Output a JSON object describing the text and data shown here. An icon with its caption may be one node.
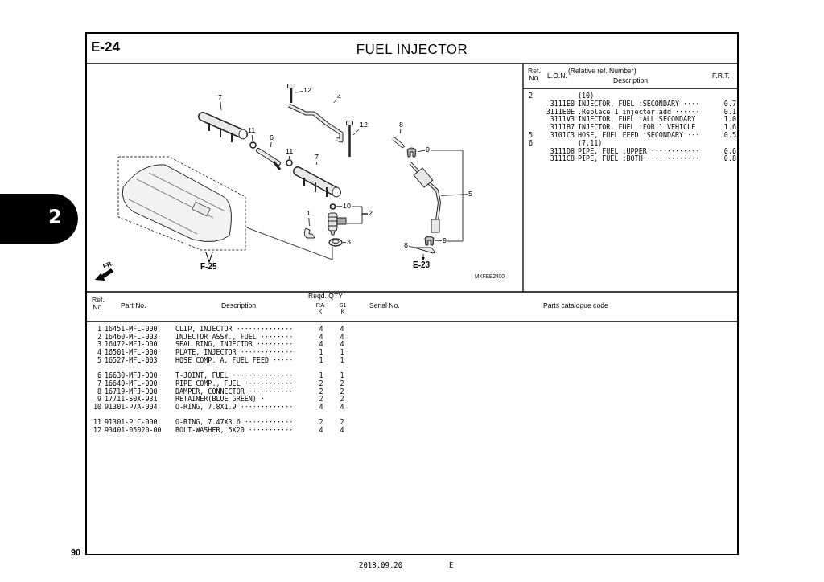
{
  "diagram": {
    "title": "FUEL INJECTOR",
    "nodes": [
      {
        "text": [],
        "shape": "picture"
      },
      {
        "text": [],
        "shape": "picture"
      },
      {
        "text": [],
        "shape": "circle"
      },
      {
        "text": [],
        "shape": "picture"
      },
      {
        "text": [],
        "shape": "circle"
      },
      {
        "text": [],
        "shape": "picture"
      },
      {
        "text": [],
        "shape": "picture"
      },
      {
        "text": [],
        "shape": "picture"
      },
      {
        "text": [],
        "shape": "picture"
      },
      {
        "text": [],
        "shape": "circle"
      },
      {
        "text": [],
        "shape": "picture"
      },
      {
        "text": [],
        "shape": "picture"
      },
      {
        "text": [],
        "shape": "picture"
      },
      {
        "text": [],
        "shape": "picture"
      },
      {
        "text": [],
        "shape": "picture"
      },
      {
        "text": [],
        "shape": "picture"
      },
      {
        "text": [],
        "shape": "picture"
      },
      {
        "text": [],
        "shape": "picture"
      },
      {
        "text": [
          "7"
        ]
      },
      {
        "text": [
          "11"
        ]
      },
      {
        "text": [
          "6"
        ]
      },
      {
        "text": [
          "11"
        ]
      },
      {
        "text": [
          "7"
        ]
      },
      {
        "text": [
          "4"
        ]
      },
      {
        "text": [
          "12"
        ]
      },
      {
        "text": [
          "12"
        ]
      },
      {
        "text": [
          "10"
        ]
      },
      {
        "text": [
          "2"
        ]
      },
      {
        "text": [
          "1"
        ]
      },
      {
        "text": [
          "3"
        ]
      },
      {
        "text": [
          "8"
        ]
      },
      {
        "text": [
          "9"
        ]
      },
      {
        "text": [
          "5"
        ]
      },
      {
        "text": [
          "9"
        ]
      },
      {
        "text": [
          "8"
        ]
      },
      {
        "text": [
          "F-25"
        ]
      },
      {
        "text": [
          "E-23"
        ]
      }
    ],
    "edges": [
      {
        "from": 18,
        "to": 1,
        "arrow": "none"
      },
      {
        "from": 19,
        "to": 2,
        "arrow": "none"
      },
      {
        "from": 20,
        "to": 3,
        "arrow": "none"
      },
      {
        "from": 21,
        "to": 4,
        "arrow": "none"
      },
      {
        "from": 22,
        "to": 5,
        "arrow": "none"
      },
      {
        "from": 23,
        "to": 6,
        "arrow": "none"
      },
      {
        "from": 24,
        "to": 7,
        "arrow": "none"
      },
      {
        "from": 25,
        "to": 8,
        "arrow": "none"
      },
      {
        "from": 26,
        "to": 9,
        "arrow": "none"
      },
      {
        "from": 27,
        "to": 10,
        "arrow": "none"
      },
      {
        "from": 28,
        "to": 11,
        "arrow": "none"
      },
      {
        "from": 29,
        "to": 12,
        "arrow": "none"
      },
      {
        "from": 0,
        "to": 12,
        "arrow": "none"
      },
      {
        "from": 0,
        "to": 35,
        "arrow": "to"
      },
      {
        "from": 30,
        "to": 13,
        "arrow": "none"
      },
      {
        "from": 31,
        "to": 14,
        "arrow": "none"
      },
      {
        "from": 32,
        "to": 15,
        "arrow": "none"
      },
      {
        "from": 33,
        "to": 16,
        "arrow": "none"
      },
      {
        "from": 34,
        "to": 17,
        "arrow": "none"
      },
      {
        "from": 17,
        "to": 36,
        "arrow": "to"
      },
      {
        "from": 31,
        "to": 33,
        "arrow": "none"
      },
      {
        "from": 26,
        "to": 27,
        "arrow": "none"
      }
    ],
    "labels": [
      "E-24",
      "2",
      "Ref. No.",
      "L.O.N.",
      "(Relative ref. Number)",
      "Description",
      "F.R.T.",
      "2",
      "(10)",
      "3111E0",
      "INJECTOR, FUEL :SECONDARY ····",
      "0.7",
      "3111E0E",
      ".Replace 1 injector add ······",
      "0.1",
      "3111V3",
      "INJECTOR, FUEL :ALL SECONDARY",
      "1.0",
      "3111B7",
      "INJECTOR, FUEL :FOR 1 VEHICLE",
      "1.6",
      "5",
      "3101C3",
      "HOSE, FUEL FEED :SECONDARY ···",
      "0.5",
      "6",
      "(7,11)",
      "3111D8",
      "PIPE, FUEL :UPPER ············",
      "0.6",
      "3111C8",
      "PIPE, FUEL :BOTH ·············",
      "0.8",
      "MKFEE2400",
      "FR.",
      "Ref. No.",
      "Part No.",
      "Description",
      "Reqd. QTY",
      "RA K",
      "S1 K",
      "Serial No.",
      "Parts catalogue code",
      "1",
      "16451-MFL-000",
      "CLIP, INJECTOR ··············",
      "4",
      "4",
      "2",
      "16460-MFL-003",
      "INJECTOR ASSY., FUEL ········",
      "4",
      "4",
      "3",
      "16472-MFJ-D00",
      "SEAL RING, INJECTOR ·········",
      "4",
      "4",
      "4",
      "16501-MFL-000",
      "PLATE, INJECTOR ·············",
      "1",
      "1",
      "5",
      "16527-MFL-003",
      "HOSE COMP. A, FUEL FEED ·····",
      "1",
      "1",
      "6",
      "16630-MFJ-D00",
      "T-JOINT, FUEL ···············",
      "1",
      "1",
      "7",
      "16640-MFL-000",
      "PIPE COMP., FUEL ············",
      "2",
      "2",
      "8",
      "16719-MFJ-D00",
      "DAMPER, CONNECTOR ···········",
      "2",
      "2",
      "9",
      "17711-S0X-931",
      "RETAINER(BLUE GREEN) ·",
      "2",
      "2",
      "10",
      "91301-P7A-004",
      "O-RING, 7.8X1.9 ·············",
      "4",
      "4",
      "11",
      "91301-PLC-000",
      "O-RING, 7.47X3.6 ············",
      "2",
      "2",
      "12",
      "93401-05020-00",
      "BOLT-WASHER, 5X20 ···········",
      "4",
      "4",
      "90",
      "2018.09.20",
      "E"
    ]
  }
}
